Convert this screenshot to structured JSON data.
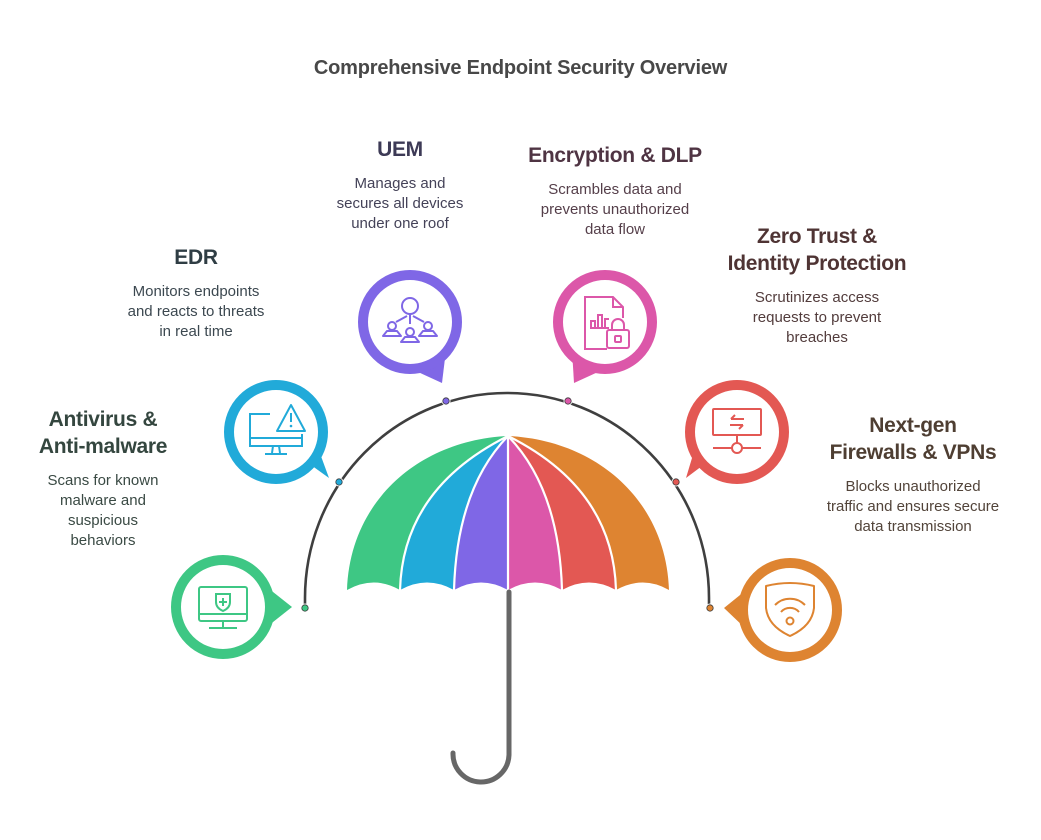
{
  "title": "Comprehensive Endpoint Security Overview",
  "colors": {
    "arc": "#3f3f3f",
    "handle": "#676767",
    "rib": "#ffffff"
  },
  "items": [
    {
      "heading": "Antivirus & Anti-malware",
      "heading_lines": [
        "Antivirus &",
        "Anti-malware"
      ],
      "description_lines": [
        "Scans for known",
        "malware and",
        "suspicious",
        "behaviors"
      ],
      "icon": "monitor-shield-plus-icon",
      "color": "#3ec784"
    },
    {
      "heading": "EDR",
      "heading_lines": [
        "EDR"
      ],
      "description_lines": [
        "Monitors endpoints",
        "and reacts to threats",
        "in real time"
      ],
      "icon": "monitor-warning-icon",
      "color": "#21aad9"
    },
    {
      "heading": "UEM",
      "heading_lines": [
        "UEM"
      ],
      "description_lines": [
        "Manages and",
        "secures all devices",
        "under one roof"
      ],
      "icon": "network-users-icon",
      "color": "#7f67e6"
    },
    {
      "heading": "Encryption & DLP",
      "heading_lines": [
        "Encryption & DLP"
      ],
      "description_lines": [
        "Scrambles data and",
        "prevents unauthorized",
        "data flow"
      ],
      "icon": "file-chart-lock-icon",
      "color": "#dc57a9"
    },
    {
      "heading": "Zero Trust & Identity Protection",
      "heading_lines": [
        "Zero Trust &",
        "Identity Protection"
      ],
      "description_lines": [
        "Scrutinizes access",
        "requests to prevent",
        "breaches"
      ],
      "icon": "monitor-transfer-icon",
      "color": "#e35853"
    },
    {
      "heading": "Next-gen Firewalls & VPNs",
      "heading_lines": [
        "Next-gen",
        "Firewalls & VPNs"
      ],
      "description_lines": [
        "Blocks unauthorized",
        "traffic and ensures secure",
        "data transmission"
      ],
      "icon": "shield-wifi-icon",
      "color": "#de8431"
    }
  ]
}
